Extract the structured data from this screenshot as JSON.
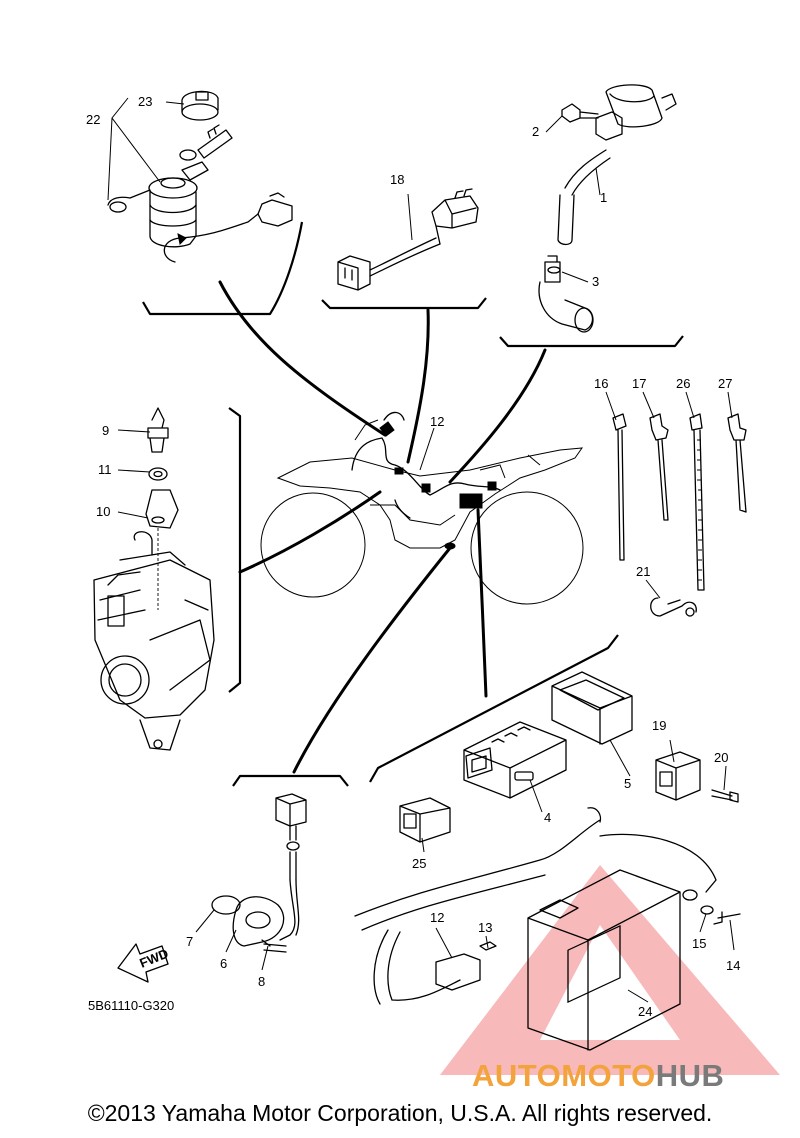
{
  "diagram": {
    "code": "5B61110-G320",
    "fwd_label": "FWD",
    "callouts": {
      "c1": "1",
      "c2": "2",
      "c3": "3",
      "c4": "4",
      "c5": "5",
      "c6": "6",
      "c7": "7",
      "c8": "8",
      "c9": "9",
      "c10": "10",
      "c11": "11",
      "c12a": "12",
      "c12b": "12",
      "c13": "13",
      "c14": "14",
      "c15": "15",
      "c16": "16",
      "c17": "17",
      "c18": "18",
      "c19": "19",
      "c20": "20",
      "c21": "21",
      "c22": "22",
      "c23": "23",
      "c24": "24",
      "c25": "25",
      "c26": "26",
      "c27": "27"
    }
  },
  "footer": {
    "copyright": "©2013 Yamaha Motor Corporation, U.S.A. All rights reserved."
  },
  "watermark": {
    "text_part1": "AUTOMOTO",
    "text_part2": "HUB",
    "colors": {
      "triangle": "#f08080",
      "orange": "#f3a33c",
      "gray": "#7a7a7a"
    }
  }
}
